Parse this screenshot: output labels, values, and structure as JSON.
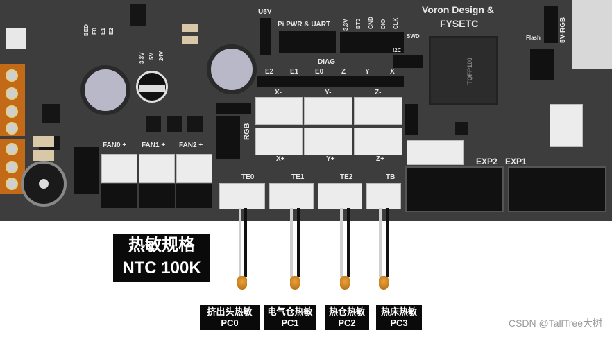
{
  "board": {
    "header_title_line1": "Voron Design &",
    "header_title_line2": "FYSETC",
    "chip_label": "TQFP100",
    "labels": {
      "u5v": "U5V",
      "pi_pwr_uart": "Pi PWR & UART",
      "swd": "SWD",
      "i2c": "I2C",
      "diag": "DIAG",
      "rgb": "RGB",
      "flash": "Flash",
      "v5_rgb": "5V-RGB",
      "exp1": "EXP1",
      "exp2": "EXP2",
      "v33": "3.3V",
      "bt0": "BT0",
      "gnd": "GND",
      "dio": "DIO",
      "clk": "CLK",
      "bed": "BED",
      "e0": "E0",
      "e1": "E1",
      "e2": "E2",
      "v3_3": "3.3V",
      "v5": "5V",
      "v24": "24V"
    },
    "diag_pins": [
      "E2",
      "E1",
      "E0",
      "Z",
      "Y",
      "X"
    ],
    "endstops_top": [
      "X-",
      "Y-",
      "Z-"
    ],
    "endstops_bottom": [
      "X+",
      "Y+",
      "Z+"
    ],
    "fans": [
      "FAN0 +",
      "FAN1 +",
      "FAN2 +"
    ],
    "thermistor_ports": [
      "TE0",
      "TE1",
      "TE2",
      "TB"
    ]
  },
  "annotation": {
    "title_line1": "热敏规格",
    "title_line2": "NTC 100K"
  },
  "sensors": [
    {
      "name": "挤出头热敏",
      "pin": "PC0"
    },
    {
      "name": "电气仓热敏",
      "pin": "PC1"
    },
    {
      "name": "热仓热敏",
      "pin": "PC2"
    },
    {
      "name": "热床热敏",
      "pin": "PC3"
    }
  ],
  "watermark": "CSDN @TallTree大树",
  "colors": {
    "pcb": "#3d3d3d",
    "connector": "#ececec",
    "terminal": "#c26a18",
    "label_bg": "#0a0a0a"
  }
}
